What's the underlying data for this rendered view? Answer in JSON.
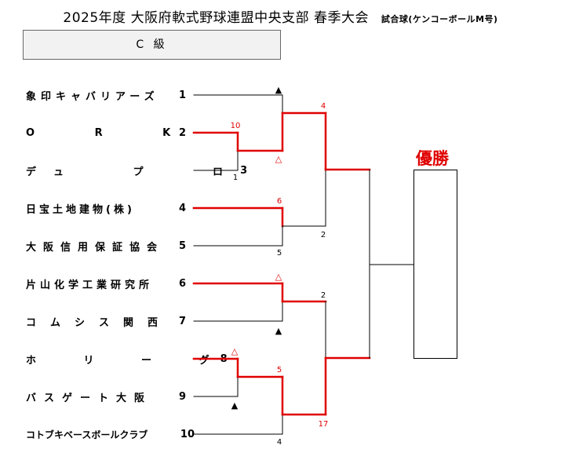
{
  "header": {
    "title": "2025年度 大阪府軟式野球連盟中央支部 春季大会",
    "subtitle": "試合球(ケンコーボールM号)"
  },
  "class_label": "C 級",
  "teams": [
    {
      "name": "象印キャバリアーズ",
      "num": "1"
    },
    {
      "name": "O R K",
      "num": "2"
    },
    {
      "name": "デュ プ ロ",
      "num": "3"
    },
    {
      "name": "日宝土地建物(株)",
      "num": "4"
    },
    {
      "name": "大阪信用保証協会",
      "num": "5"
    },
    {
      "name": "片山化学工業研究所",
      "num": "6"
    },
    {
      "name": "コムシス関西",
      "num": "7"
    },
    {
      "name": "ホ リ ー グ",
      "num": "8"
    },
    {
      "name": "バスゲート大阪",
      "num": "9"
    },
    {
      "name": "コトブキベースボールクラブ",
      "num": "10"
    }
  ],
  "scores": {
    "s_10": "10",
    "s_1": "1",
    "s_4top": "4",
    "s_2a": "2",
    "s_6": "6",
    "s_5": "5",
    "s_2b": "2",
    "s_5b": "5",
    "s_17": "17",
    "s_4bot": "4"
  },
  "marks": {
    "win_forfeit": "△",
    "loss_forfeit": "▲"
  },
  "winner_label": "優勝",
  "colors": {
    "win_line": "#e00000",
    "line": "#000000",
    "red_text": "#e00000"
  }
}
